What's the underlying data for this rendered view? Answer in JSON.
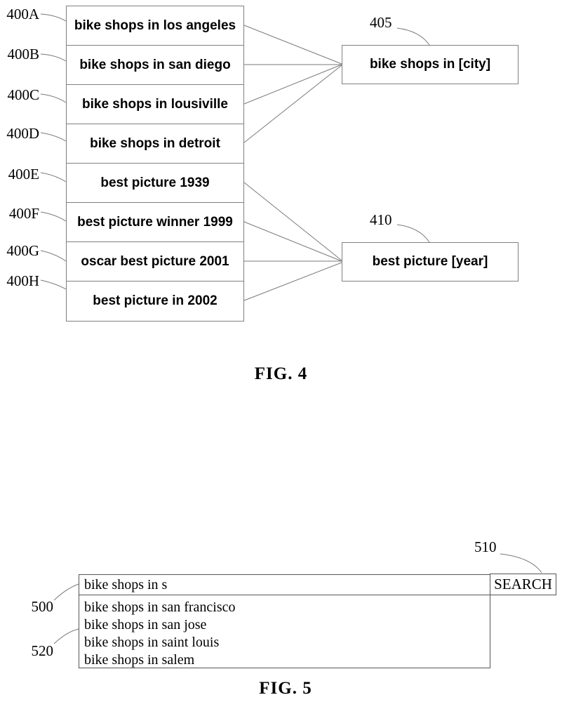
{
  "figure4": {
    "caption": "FIG. 4",
    "queries": [
      {
        "ref": "400A",
        "text": "bike shops in los angeles"
      },
      {
        "ref": "400B",
        "text": "bike shops in san diego"
      },
      {
        "ref": "400C",
        "text": "bike shops in lousiville"
      },
      {
        "ref": "400D",
        "text": "bike shops in detroit"
      },
      {
        "ref": "400E",
        "text": "best picture 1939"
      },
      {
        "ref": "400F",
        "text": "best picture winner 1999"
      },
      {
        "ref": "400G",
        "text": "oscar best picture 2001"
      },
      {
        "ref": "400H",
        "text": "best picture in 2002"
      }
    ],
    "templates": [
      {
        "ref": "405",
        "text": "bike shops in [city]"
      },
      {
        "ref": "410",
        "text": "best picture [year]"
      }
    ]
  },
  "figure5": {
    "caption": "FIG. 5",
    "search": {
      "ref": "500",
      "value": "bike shops in s"
    },
    "button": {
      "ref": "510",
      "label": "SEARCH"
    },
    "suggestions": {
      "ref": "520",
      "items": [
        "bike shops in san francisco",
        "bike shops in san jose",
        "bike shops in saint louis",
        "bike shops in salem"
      ]
    }
  },
  "colors": {
    "background": "#ffffff",
    "text": "#000000",
    "box_border": "#808080",
    "ui_border": "#555555",
    "line": "#7a7a7a"
  }
}
